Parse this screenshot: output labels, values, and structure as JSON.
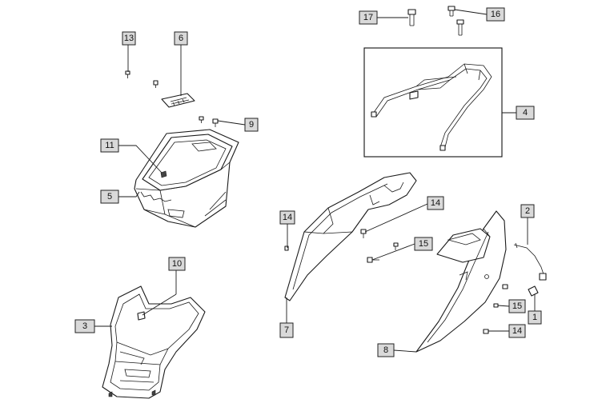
{
  "diagram": {
    "callouts": [
      {
        "id": "c13",
        "label": "13"
      },
      {
        "id": "c6",
        "label": "6"
      },
      {
        "id": "c9",
        "label": "9"
      },
      {
        "id": "c11",
        "label": "11"
      },
      {
        "id": "c5",
        "label": "5"
      },
      {
        "id": "c10",
        "label": "10"
      },
      {
        "id": "c3",
        "label": "3"
      },
      {
        "id": "c17",
        "label": "17"
      },
      {
        "id": "c16",
        "label": "16"
      },
      {
        "id": "c4",
        "label": "4"
      },
      {
        "id": "c14a",
        "label": "14"
      },
      {
        "id": "c14b",
        "label": "14"
      },
      {
        "id": "c14c",
        "label": "14"
      },
      {
        "id": "c15a",
        "label": "15"
      },
      {
        "id": "c15b",
        "label": "15"
      },
      {
        "id": "c2",
        "label": "2"
      },
      {
        "id": "c1",
        "label": "1"
      },
      {
        "id": "c7",
        "label": "7"
      },
      {
        "id": "c8",
        "label": "8"
      }
    ]
  }
}
